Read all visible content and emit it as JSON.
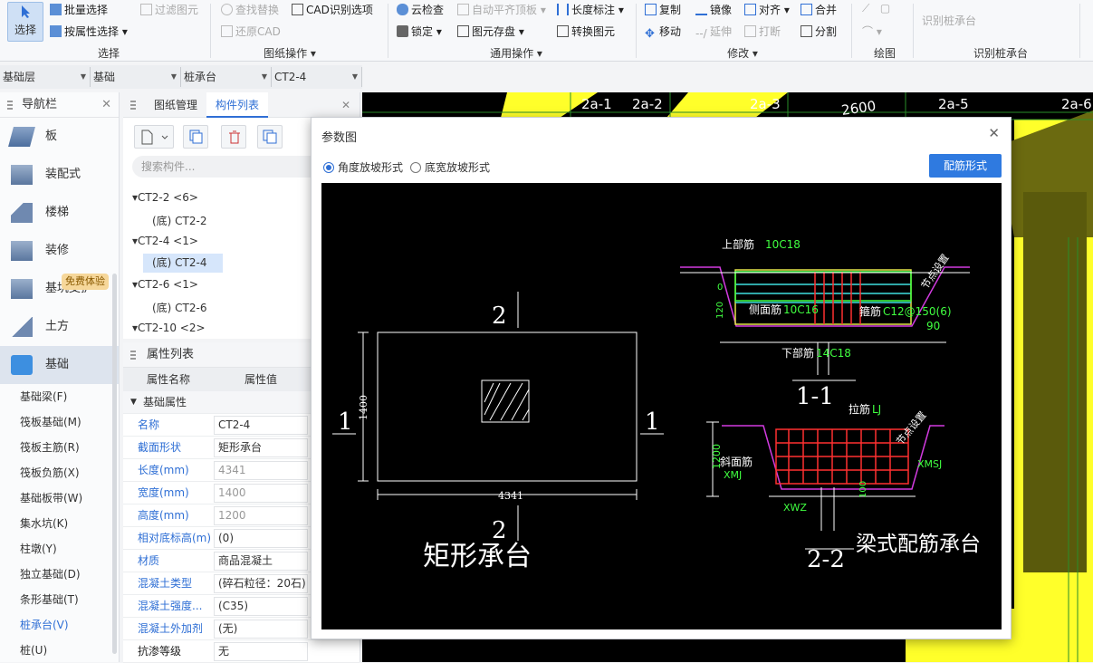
{
  "ribbon": {
    "select_label": "选择",
    "batch_select": "批量选择",
    "filter_elem": "过滤图元",
    "attr_select": "按属性选择",
    "group_select": "选择",
    "find_replace": "查找替换",
    "cad_options": "CAD识别选项",
    "restore_cad": "还原CAD",
    "group_drawing": "图纸操作",
    "cloud_check": "云检查",
    "auto_align": "自动平齐顶板",
    "length_mark": "长度标注",
    "lock": "锁定",
    "elem_save": "图元存盘",
    "convert_elem": "转换图元",
    "group_common": "通用操作",
    "copy": "复制",
    "mirror": "镜像",
    "align": "对齐",
    "merge": "合并",
    "move": "移动",
    "extend": "延伸",
    "break": "打断",
    "split": "分割",
    "group_modify": "修改",
    "group_draw": "绘图",
    "recognize_pile_cap": "识别桩承台",
    "group_recognize": "识别桩承台"
  },
  "dropdowns": [
    "基础层",
    "基础",
    "桩承台",
    "CT2-4"
  ],
  "nav": {
    "title": "导航栏",
    "categories": [
      "板",
      "装配式",
      "楼梯",
      "装修",
      "基坑支护",
      "土方",
      "基础"
    ],
    "trial_badge": "免费体验",
    "subitems": [
      "基础梁(F)",
      "筏板基础(M)",
      "筏板主筋(R)",
      "筏板负筋(X)",
      "基础板带(W)",
      "集水坑(K)",
      "柱墩(Y)",
      "独立基础(D)",
      "条形基础(T)",
      "桩承台(V)",
      "桩(U)"
    ]
  },
  "component_panel": {
    "tab_drawing": "图纸管理",
    "tab_list": "构件列表",
    "search_placeholder": "搜索构件...",
    "tree": [
      "▾CT2-2 <6>",
      "(底) CT2-2",
      "▾CT2-4 <1>",
      "(底) CT2-4",
      "▾CT2-6 <1>",
      "(底) CT2-6",
      "▾CT2-10 <2>"
    ]
  },
  "props": {
    "title": "属性列表",
    "col_name": "属性名称",
    "col_value": "属性值",
    "section": "基础属性",
    "rows": [
      {
        "k": "名称",
        "v": "CT2-4"
      },
      {
        "k": "截面形状",
        "v": "矩形承台"
      },
      {
        "k": "长度(mm)",
        "v": "4341"
      },
      {
        "k": "宽度(mm)",
        "v": "1400"
      },
      {
        "k": "高度(mm)",
        "v": "1200"
      },
      {
        "k": "相对底标高(m)",
        "v": "(0)"
      },
      {
        "k": "材质",
        "v": "商品混凝土"
      },
      {
        "k": "混凝土类型",
        "v": "(碎石粒径：20石)"
      },
      {
        "k": "混凝土强度...",
        "v": "(C35)"
      },
      {
        "k": "混凝土外加剂",
        "v": "(无)"
      },
      {
        "k": "抗渗等级",
        "v": "无"
      }
    ]
  },
  "cad": {
    "axes": [
      "2a-1",
      "2a-2",
      "2a-3",
      "2600",
      "2a-5",
      "2a-6"
    ]
  },
  "dialog": {
    "title": "参数图",
    "radio1": "角度放坡形式",
    "radio2": "底宽放坡形式",
    "button": "配筋形式",
    "drawing": {
      "sec_mark_2": "2",
      "sec_mark_1": "1",
      "dim_width": "1400",
      "dim_length": "4341",
      "title_rect": "矩形承台",
      "top_bar_label": "上部筋",
      "top_bar_val": "10C18",
      "side_bar_label": "侧面筋",
      "side_bar_val": "10C16",
      "stirrup_label": "箍筋",
      "stirrup_val": "C12@150(6)",
      "bottom_bar_label": "下部筋",
      "bottom_bar_val": "14C18",
      "angle": "90",
      "zero": "0",
      "h_dim": "120",
      "slope_note": "节点设置",
      "section11": "1-1",
      "tie_label": "拉筋",
      "tie_val": "LJ",
      "slope_bar_label": "斜面筋",
      "xmj": "XMJ",
      "xmsj": "XMSJ",
      "xwz": "XWZ",
      "d1200": "1200",
      "d100": "100",
      "section22": "2-2",
      "title_beam": "梁式配筋承台"
    }
  }
}
